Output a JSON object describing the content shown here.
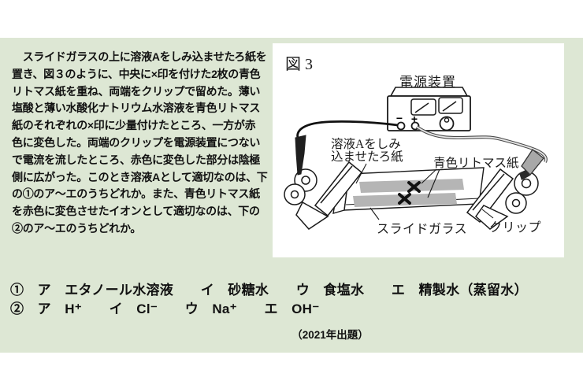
{
  "question": {
    "paragraph": "　スライドガラスの上に溶液Aをしみ込ませたろ紙を\n置き、図３のように、中央に×印を付けた2枚の青色\nリトマス紙を重ね、両端をクリップで留めた。薄い\n塩酸と薄い水酸化ナトリウム水溶液を青色リトマス\n紙のそれぞれの×印に少量付けたところ、一方が赤\n色に変色した。両端のクリップを電源装置につない\nで電流を流したところ、赤色に変色した部分は陰極\n側に広がった。このとき溶液Aとして適切なのは、下\nの①のア～エのうちどれか。また、青色リトマス紙\nを赤色に変色させたイオンとして適切なのは、下の\n②のア～エのうちどれか。"
  },
  "figure": {
    "title": "図 3",
    "labels": {
      "power_supply": "電源装置",
      "minus": "−",
      "plus": "+",
      "filter_paper": "溶液Aをしみ\n込ませたろ紙",
      "litmus": "青色リトマス紙",
      "slide_glass": "スライドガラス",
      "clip": "クリップ"
    },
    "colors": {
      "panel_bg": "#dde7d4",
      "litmus_strip": "#b5b5b5",
      "wire_black": "#1a1a1a",
      "wire_gray": "#8a8a8a",
      "line": "#1a1a1a"
    }
  },
  "choices": {
    "line1": "①　ア　エタノール水溶液　　イ　砂糖水　　ウ　食塩水　　エ　精製水（蒸留水）",
    "line2": "②　ア　H⁺　　イ　Cl⁻　　ウ　Na⁺　　エ　OH⁻"
  },
  "source": "（2021年出題）"
}
